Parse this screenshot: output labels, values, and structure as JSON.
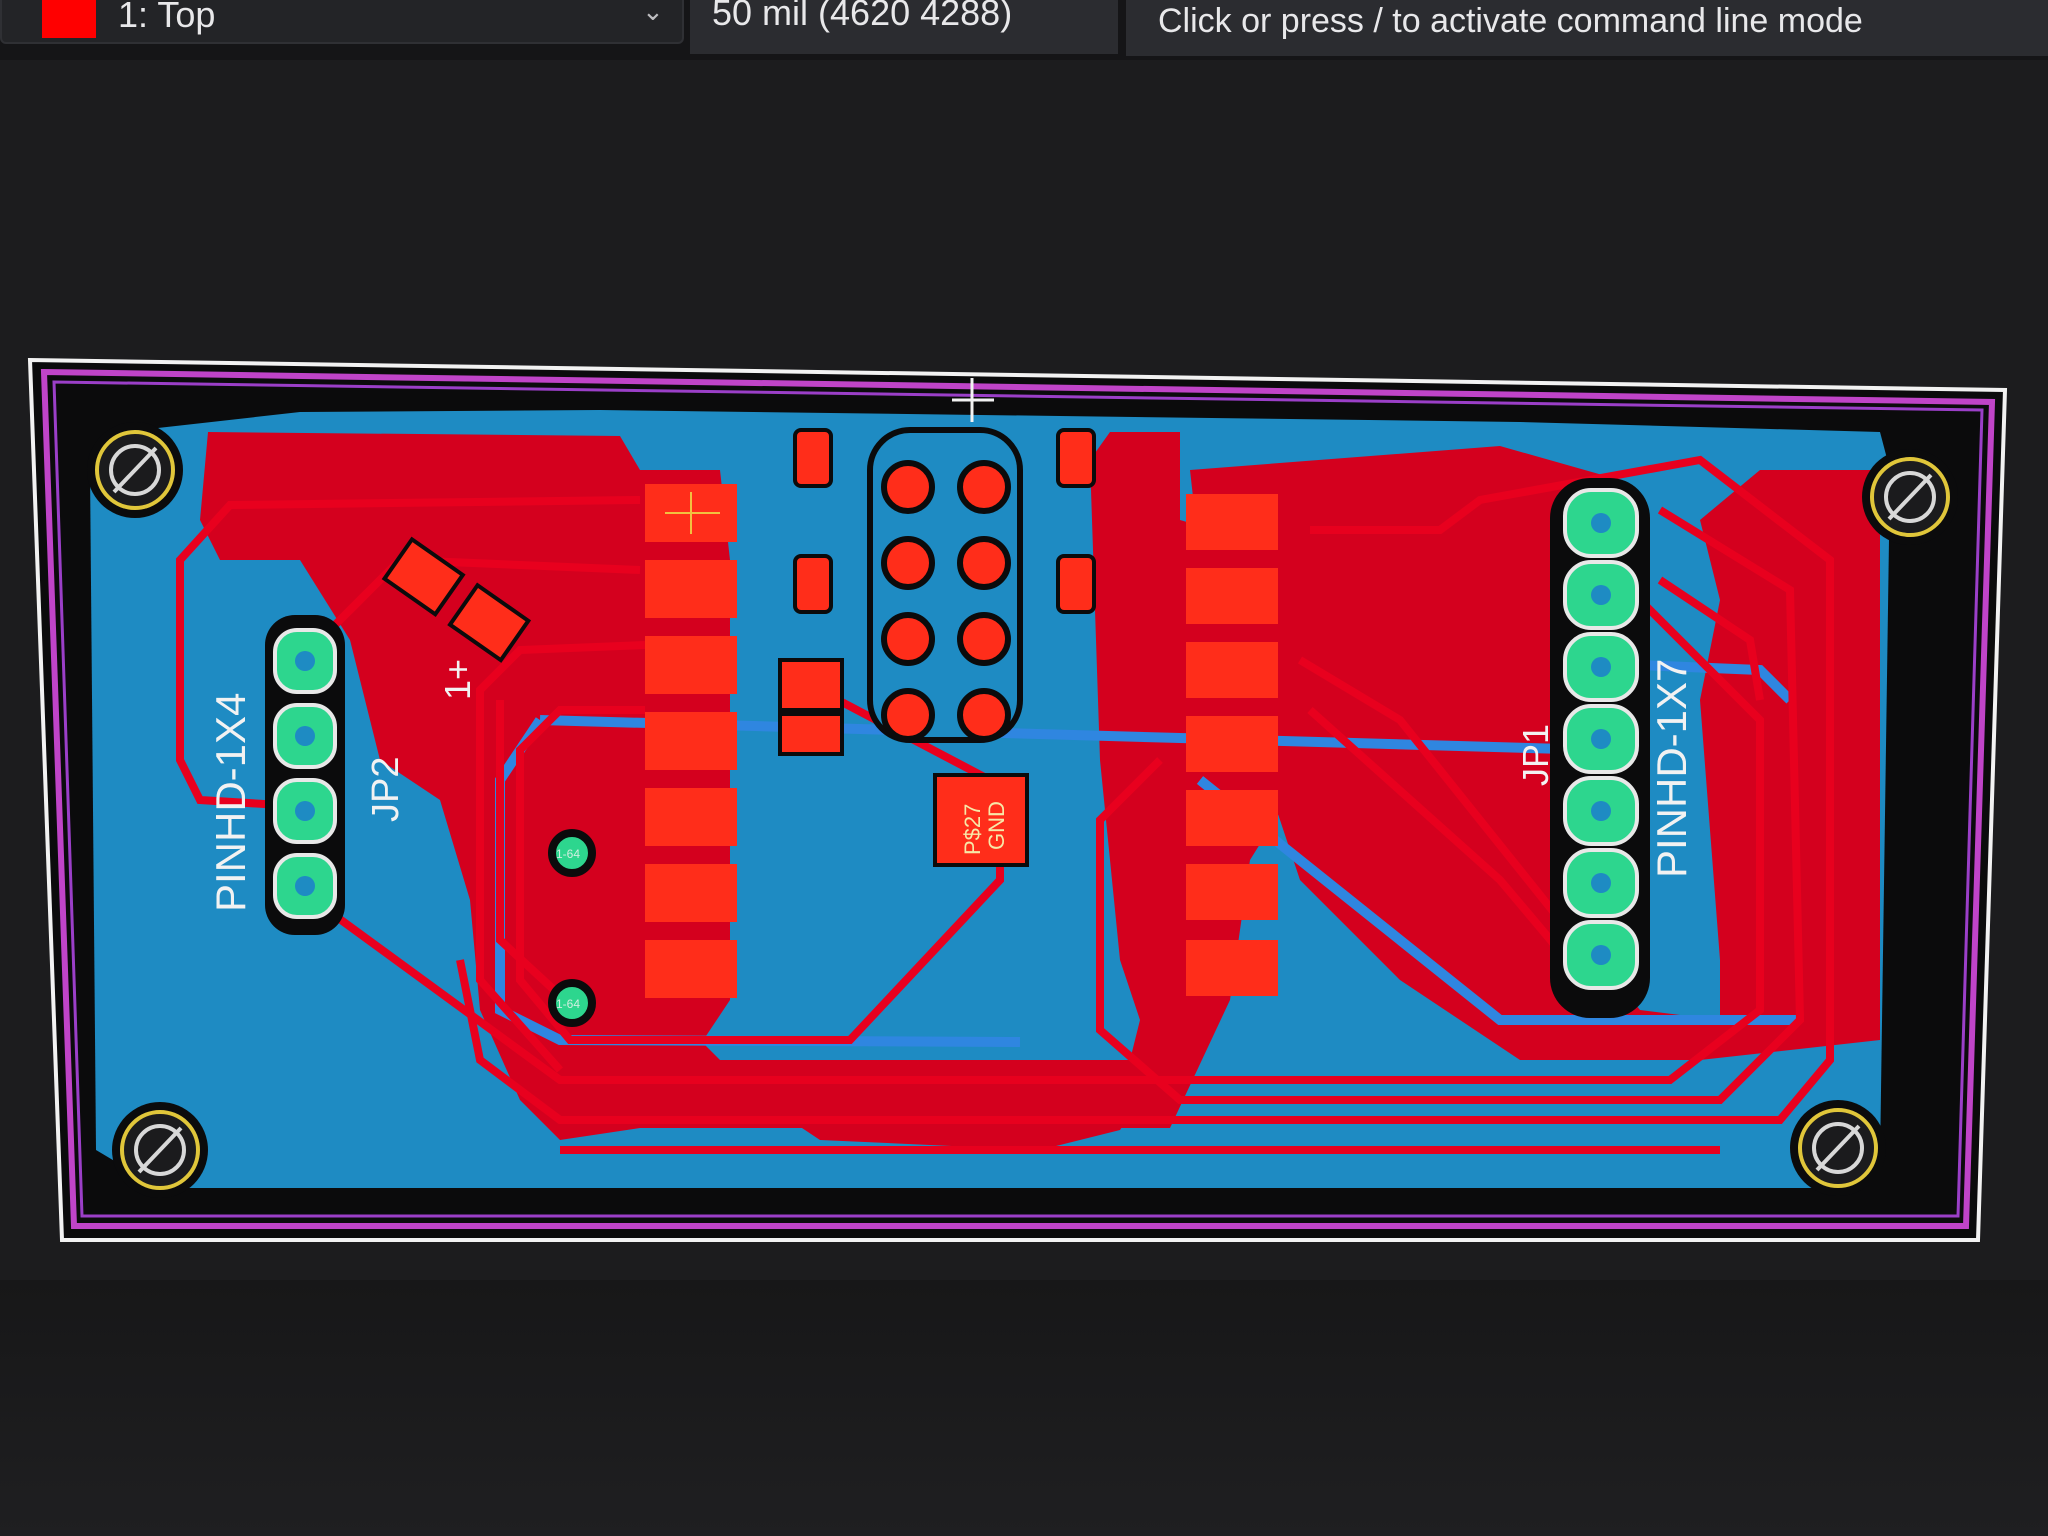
{
  "toolbar": {
    "layer_name": "1: Top",
    "layer_color": "#ff0000",
    "grid_readout": "50 mil (4620 4288)",
    "command_placeholder": "Click or press / to activate command line mode"
  },
  "board": {
    "labels": {
      "left_header_value": "PINHD-1X4",
      "left_header_name": "JP2",
      "right_header_value": "PINHD-1X7",
      "right_header_name": "JP1",
      "pad_name": "P$27",
      "pad_signal": "GND",
      "via_label": "1-64",
      "via_label_2": "1-64",
      "part_value": "1+"
    },
    "colors": {
      "top_copper": "#e8001e",
      "bottom_copper": "#1e8bc3",
      "pad_thru": "#2dd68e",
      "outline": "#c044c8",
      "hole_ring": "#e0c63a",
      "smd": "#ff2d1a"
    }
  }
}
